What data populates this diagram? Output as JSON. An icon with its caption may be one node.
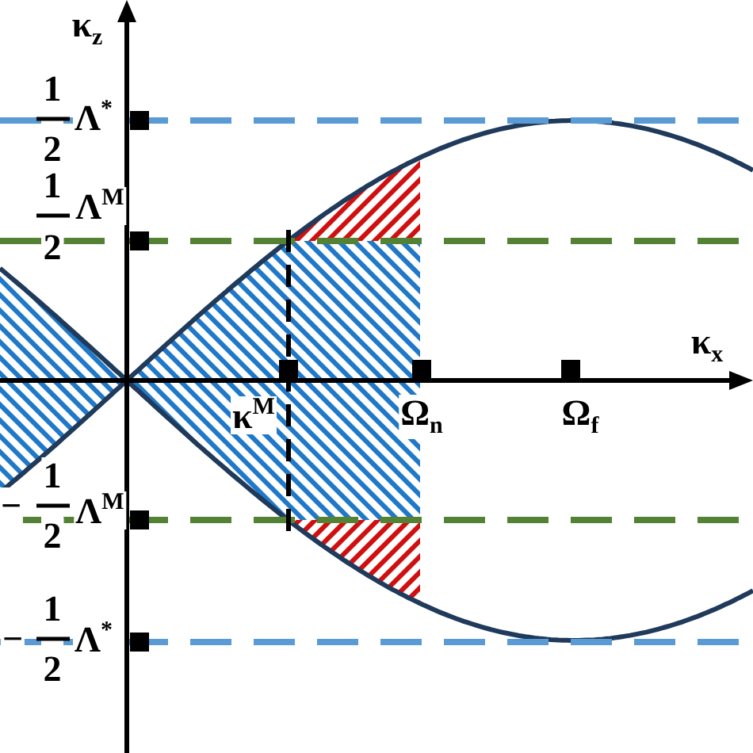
{
  "diagram": {
    "labels": [
      "κ$_{z}$",
      "1",
      "2",
      "Λ$^{*}$",
      "1",
      "2",
      "Λ$^{M}$",
      "κ$_{x}$",
      "κ$^{M}$",
      "Ω$_{n}$",
      "Ω$_{f}$",
      "−",
      "1",
      "2",
      "Λ$^{M}$",
      "−",
      "1",
      "2",
      "Λ$^{*}$"
    ]
  }
}
